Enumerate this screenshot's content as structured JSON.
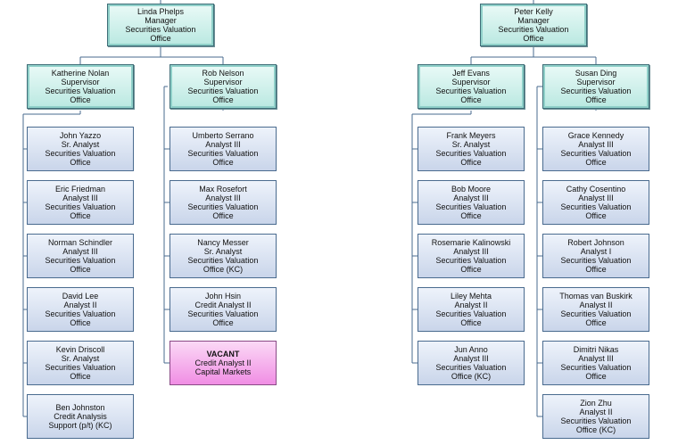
{
  "managers": [
    {
      "id": "linda",
      "name": "Linda Phelps",
      "title": "Manager",
      "dept1": "Securities Valuation",
      "dept2": "Office"
    },
    {
      "id": "peter",
      "name": "Peter Kelly",
      "title": "Manager",
      "dept1": "Securities Valuation",
      "dept2": "Office"
    }
  ],
  "supervisors": [
    {
      "id": "katherine",
      "name": "Katherine Nolan",
      "title": "Supervisor",
      "dept1": "Securities Valuation",
      "dept2": "Office"
    },
    {
      "id": "rob",
      "name": "Rob Nelson",
      "title": "Supervisor",
      "dept1": "Securities Valuation",
      "dept2": "Office"
    },
    {
      "id": "jeff",
      "name": "Jeff Evans",
      "title": "Supervisor",
      "dept1": "Securities Valuation",
      "dept2": "Office"
    },
    {
      "id": "susan",
      "name": "Susan Ding",
      "title": "Supervisor",
      "dept1": "Securities Valuation",
      "dept2": "Office"
    }
  ],
  "staff": {
    "katherine": [
      {
        "name": "John Yazzo",
        "title": "Sr. Analyst",
        "dept1": "Securities Valuation",
        "dept2": "Office"
      },
      {
        "name": "Eric Friedman",
        "title": "Analyst III",
        "dept1": "Securities Valuation",
        "dept2": "Office"
      },
      {
        "name": "Norman Schindler",
        "title": "Analyst III",
        "dept1": "Securities Valuation",
        "dept2": "Office"
      },
      {
        "name": "David Lee",
        "title": "Analyst II",
        "dept1": "Securities Valuation",
        "dept2": "Office"
      },
      {
        "name": "Kevin Driscoll",
        "title": "Sr. Analyst",
        "dept1": "Securities Valuation",
        "dept2": "Office"
      },
      {
        "name": "Ben Johnston",
        "title": "Credit Analysis",
        "dept1": "Support (p/t) (KC)",
        "dept2": ""
      }
    ],
    "rob": [
      {
        "name": "Umberto Serrano",
        "title": "Analyst III",
        "dept1": "Securities Valuation",
        "dept2": "Office"
      },
      {
        "name": "Max Rosefort",
        "title": "Analyst III",
        "dept1": "Securities Valuation",
        "dept2": "Office"
      },
      {
        "name": "Nancy Messer",
        "title": "Sr. Analyst",
        "dept1": "Securities Valuation",
        "dept2": "Office (KC)"
      },
      {
        "name": "John Hsin",
        "title": "Credit Analyst II",
        "dept1": "Securities Valuation",
        "dept2": "Office"
      },
      {
        "name": "VACANT",
        "title": "Credit Analyst II",
        "dept1": "Capital Markets",
        "dept2": "",
        "vacant": true
      }
    ],
    "jeff": [
      {
        "name": "Frank Meyers",
        "title": "Sr. Analyst",
        "dept1": "Securities Valuation",
        "dept2": "Office"
      },
      {
        "name": "Bob Moore",
        "title": "Analyst III",
        "dept1": "Securities Valuation",
        "dept2": "Office"
      },
      {
        "name": "Rosemarie Kalinowski",
        "title": "Analyst III",
        "dept1": "Securities Valuation",
        "dept2": "Office"
      },
      {
        "name": "Liley Mehta",
        "title": "Analyst II",
        "dept1": "Securities Valuation",
        "dept2": "Office"
      },
      {
        "name": "Jun Anno",
        "title": "Analyst III",
        "dept1": "Securities Valuation",
        "dept2": "Office (KC)"
      }
    ],
    "susan": [
      {
        "name": "Grace Kennedy",
        "title": "Analyst III",
        "dept1": "Securities Valuation",
        "dept2": "Office"
      },
      {
        "name": "Cathy Cosentino",
        "title": "Analyst III",
        "dept1": "Securities Valuation",
        "dept2": "Office"
      },
      {
        "name": "Robert Johnson",
        "title": "Analyst I",
        "dept1": "Securities Valuation",
        "dept2": "Office"
      },
      {
        "name": "Thomas van Buskirk",
        "title": "Analyst II",
        "dept1": "Securities Valuation",
        "dept2": "Office"
      },
      {
        "name": "Dimitri Nikas",
        "title": "Analyst III",
        "dept1": "Securities Valuation",
        "dept2": "Office"
      },
      {
        "name": "Zion Zhu",
        "title": "Analyst II",
        "dept1": "Securities Valuation",
        "dept2": "Office (KC)"
      }
    ]
  },
  "colors": {
    "line": "#4a6b8f",
    "vacant": "#f08ee4"
  }
}
